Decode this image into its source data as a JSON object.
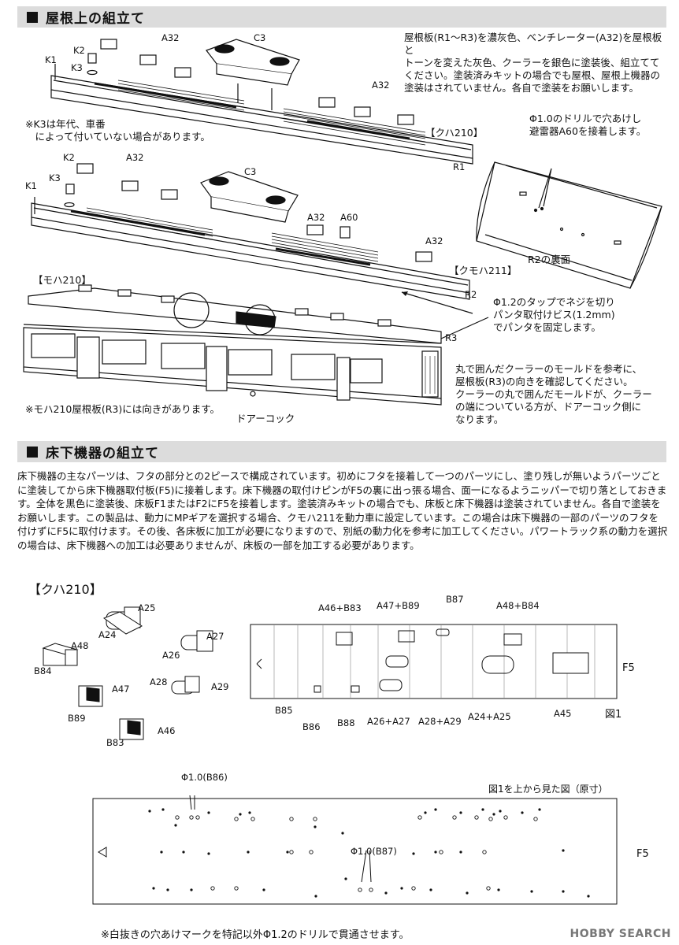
{
  "sections": {
    "roof_title": "屋根上の組立て",
    "underfloor_title": "床下機器の組立て"
  },
  "roof": {
    "paint_note": "屋根板(R1～R3)を濃灰色、ベンチレーター(A32)を屋根板と\nトーンを変えた灰色、クーラーを銀色に塗装後、組立てて\nください。塗装済みキットの場合でも屋根、屋根上機器の\n塗装はされていません。各自で塗装をお願いします。",
    "k3_note": "※K3は年代、車番\n　によって付いていない場合があります。",
    "drill_note": "Φ1.0のドリルで穴あけし\n避雷器A60を接着します。",
    "r2_back": "R2の裏面",
    "tap_note": "Φ1.2のタップでネジを切り\nパンタ取付けビス(1.2mm)\nでパンタを固定します。",
    "orient_note": "丸で囲んだクーラーのモールドを参考に、\n屋根板(R3)の向きを確認してください。\nクーラーの丸で囲んだモールドが、クーラー\nの端についている方が、ドアーコック側に\nなります。",
    "moha_note": "※モハ210屋根板(R3)には向きがあります。",
    "door_cock": "ドアーコック",
    "car_kuha": "【クハ210】",
    "car_kumoha": "【クモハ211】",
    "car_moha": "【モハ210】",
    "labels": {
      "a32": "A32",
      "c3": "C3",
      "k1": "K1",
      "k2": "K2",
      "k3": "K3",
      "r1": "R1",
      "r2": "R2",
      "r3": "R3",
      "a60": "A60"
    }
  },
  "underfloor": {
    "paragraph": "床下機器の主なパーツは、フタの部分との2ピースで構成されています。初めにフタを接着して一つのパーツにし、塗り残しが無いようパーツごとに塗装してから床下機器取付板(F5)に接着します。床下機器の取付けピンがF5の裏に出っ張る場合、面一になるようニッパーで切り落としておきます。全体を黒色に塗装後、床板F1またはF2にF5を接着します。塗装済みキットの場合でも、床板と床下機器は塗装されていません。各自で塗装をお願いします。この製品は、動力にMPギアを選択する場合、クモハ211を動力車に設定しています。この場合は床下機器の一部のパーツのフタを付けずにF5に取付けます。その後、各床板に加工が必要になりますので、別紙の動力化を参考に加工してください。パワートラック系の動力を選択の場合は、床下機器への加工は必要ありませんが、床板の一部を加工する必要があります。",
    "car_label": "【クハ210】",
    "parts": {
      "a25": "A25",
      "a24": "A24",
      "a27": "A27",
      "a26": "A26",
      "a48": "A48",
      "b84": "B84",
      "a28": "A28",
      "a29": "A29",
      "a47": "A47",
      "b89": "B89",
      "b83": "B83",
      "a46": "A46"
    },
    "plate": {
      "a46b83": "A46+B83",
      "a47b89": "A47+B89",
      "b87": "B87",
      "a48b84": "A48+B84",
      "f5": "F5",
      "b85": "B85",
      "b86": "B86",
      "b88": "B88",
      "a26a27": "A26+A27",
      "a28a29": "A28+A29",
      "a24a25": "A24+A25",
      "a45": "A45",
      "fig1": "図1"
    },
    "top_view_title": "図1を上から見た図（原寸）",
    "hole_b86": "Φ1.0(B86)",
    "hole_b87": "Φ1.0(B87)",
    "f5_label": "F5",
    "footer_note": "※白抜きの穴あけマークを特記以外Φ1.2のドリルで貫通させます。"
  },
  "watermark": "HOBBY SEARCH"
}
